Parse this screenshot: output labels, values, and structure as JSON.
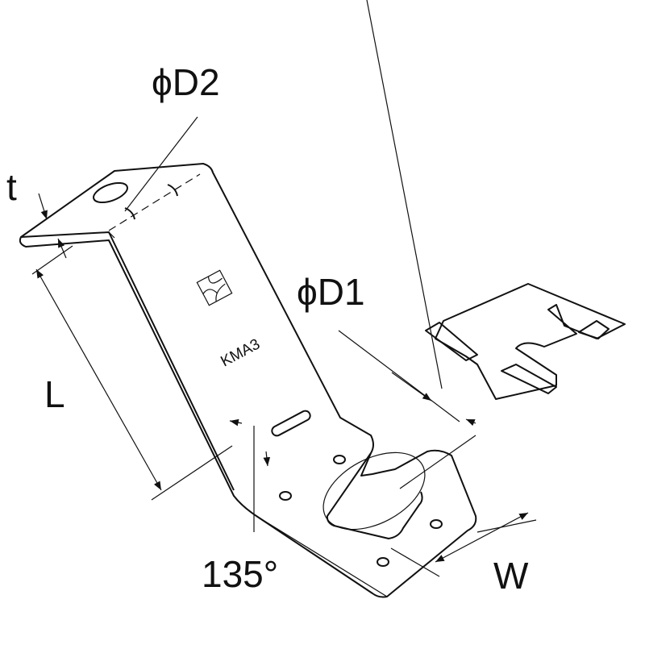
{
  "labels": {
    "hole_top": "ϕD2",
    "thickness": "t",
    "hole_bottom": "ϕD1",
    "length": "L",
    "model_stamp": "KMA3",
    "angle": "135°",
    "width": "W"
  },
  "colors": {
    "line": "#111111",
    "background": "#ffffff"
  }
}
